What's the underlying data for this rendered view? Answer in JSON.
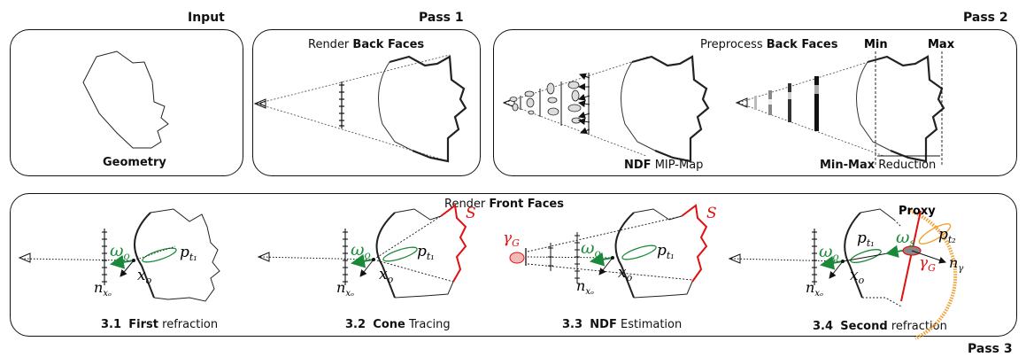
{
  "headers": {
    "input": "Input",
    "pass1": "Pass 1",
    "pass2": "Pass 2",
    "pass3": "Pass 3"
  },
  "captions": {
    "geometry": "Geometry",
    "render_back_prefix": "Render ",
    "render_back_bold": "Back Faces",
    "preprocess_prefix": "Preprocess ",
    "preprocess_bold": "Back Faces",
    "ndf_bold": "NDF",
    "ndf_rest": " MIP-Map",
    "minmax_bold": "Min-Max",
    "minmax_rest": " Reduction",
    "render_front_prefix": "Render ",
    "render_front_bold": "Front Faces",
    "s31_num": "3.1",
    "s31_bold": "First",
    "s31_rest": " refraction",
    "s32_num": "3.2",
    "s32_bold": "Cone",
    "s32_rest": " Tracing",
    "s33_num": "3.3",
    "s33_bold": "NDF",
    "s33_rest": " Estimation",
    "s34_num": "3.4",
    "s34_bold": "Second",
    "s34_rest": " refraction"
  },
  "labels": {
    "min": "Min",
    "max": "Max",
    "proxy": "Proxy",
    "omega_o": "ω",
    "omega_o_sub": "o",
    "omega_s": "ω",
    "omega_s_sub": "s",
    "p_t1": "p",
    "p_t1_sub": "t₁",
    "p_t2": "p",
    "p_t2_sub": "t₂",
    "x_o": "x",
    "x_o_sub": "o",
    "n_xo": "n",
    "n_xo_sub": "xₒ",
    "n_gamma": "n",
    "n_gamma_sub": "γ",
    "S": "S",
    "gamma_G": "γ",
    "gamma_G_sub": "G"
  },
  "colors": {
    "green": "#1a8a3a",
    "red": "#e01010",
    "orange": "#f0a030",
    "dark": "#111111"
  }
}
